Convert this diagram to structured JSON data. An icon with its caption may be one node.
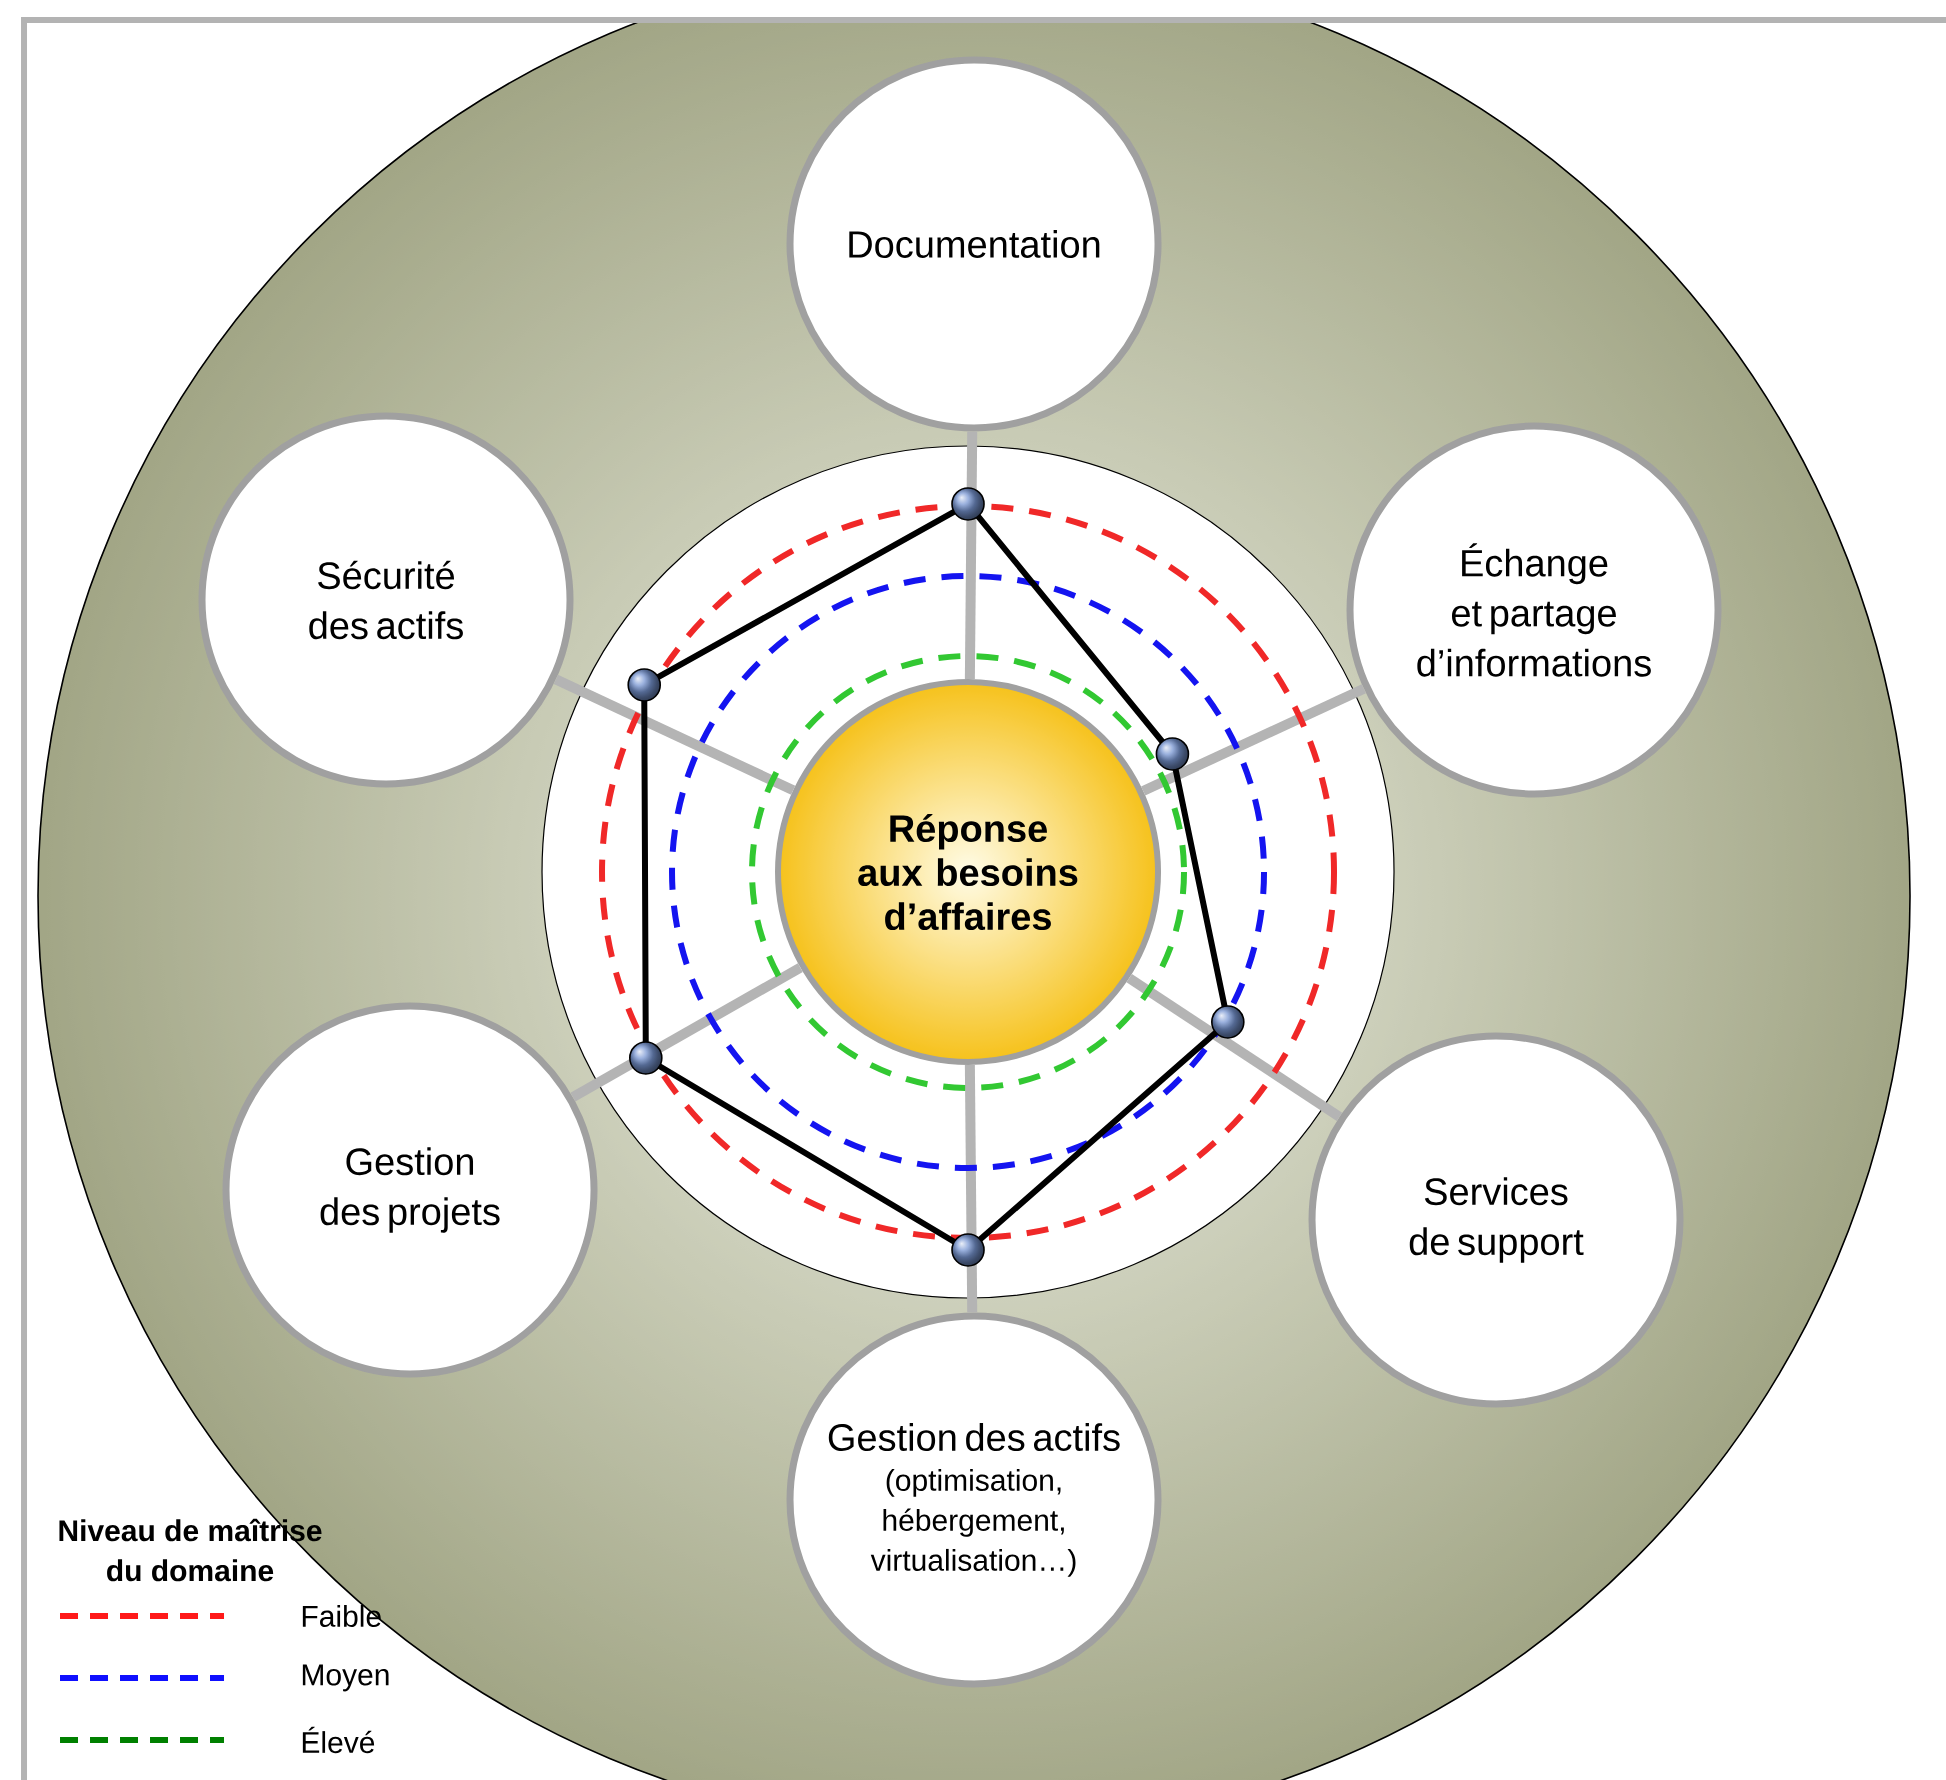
{
  "diagram": {
    "nodes": [
      {
        "text": [
          "Documentation"
        ]
      },
      {
        "text": [
          "Sécurité des actifs"
        ]
      },
      {
        "text": [
          "Échange et partage d’informations"
        ]
      },
      {
        "text": [
          "Réponse aux besoins d’affaires"
        ]
      },
      {
        "text": [
          "Gestion des projets"
        ]
      },
      {
        "text": [
          "Services de support"
        ]
      },
      {
        "text": [
          "Gestion des actifs",
          "(optimisation, hébergement, virtualisation…)"
        ]
      }
    ],
    "edges": [
      {
        "from": 3,
        "to": 0,
        "arrow": "none"
      },
      {
        "from": 3,
        "to": 2,
        "arrow": "none"
      },
      {
        "from": 3,
        "to": 5,
        "arrow": "none"
      },
      {
        "from": 3,
        "to": 6,
        "arrow": "none"
      },
      {
        "from": 3,
        "to": 4,
        "arrow": "none"
      },
      {
        "from": 3,
        "to": 1,
        "arrow": "none"
      }
    ],
    "labels": [
      "Niveau de maîtrise du domaine"
    ],
    "legend": [
      {
        "text": "Faible"
      },
      {
        "text": "Moyen"
      },
      {
        "text": "Élevé"
      }
    ]
  }
}
